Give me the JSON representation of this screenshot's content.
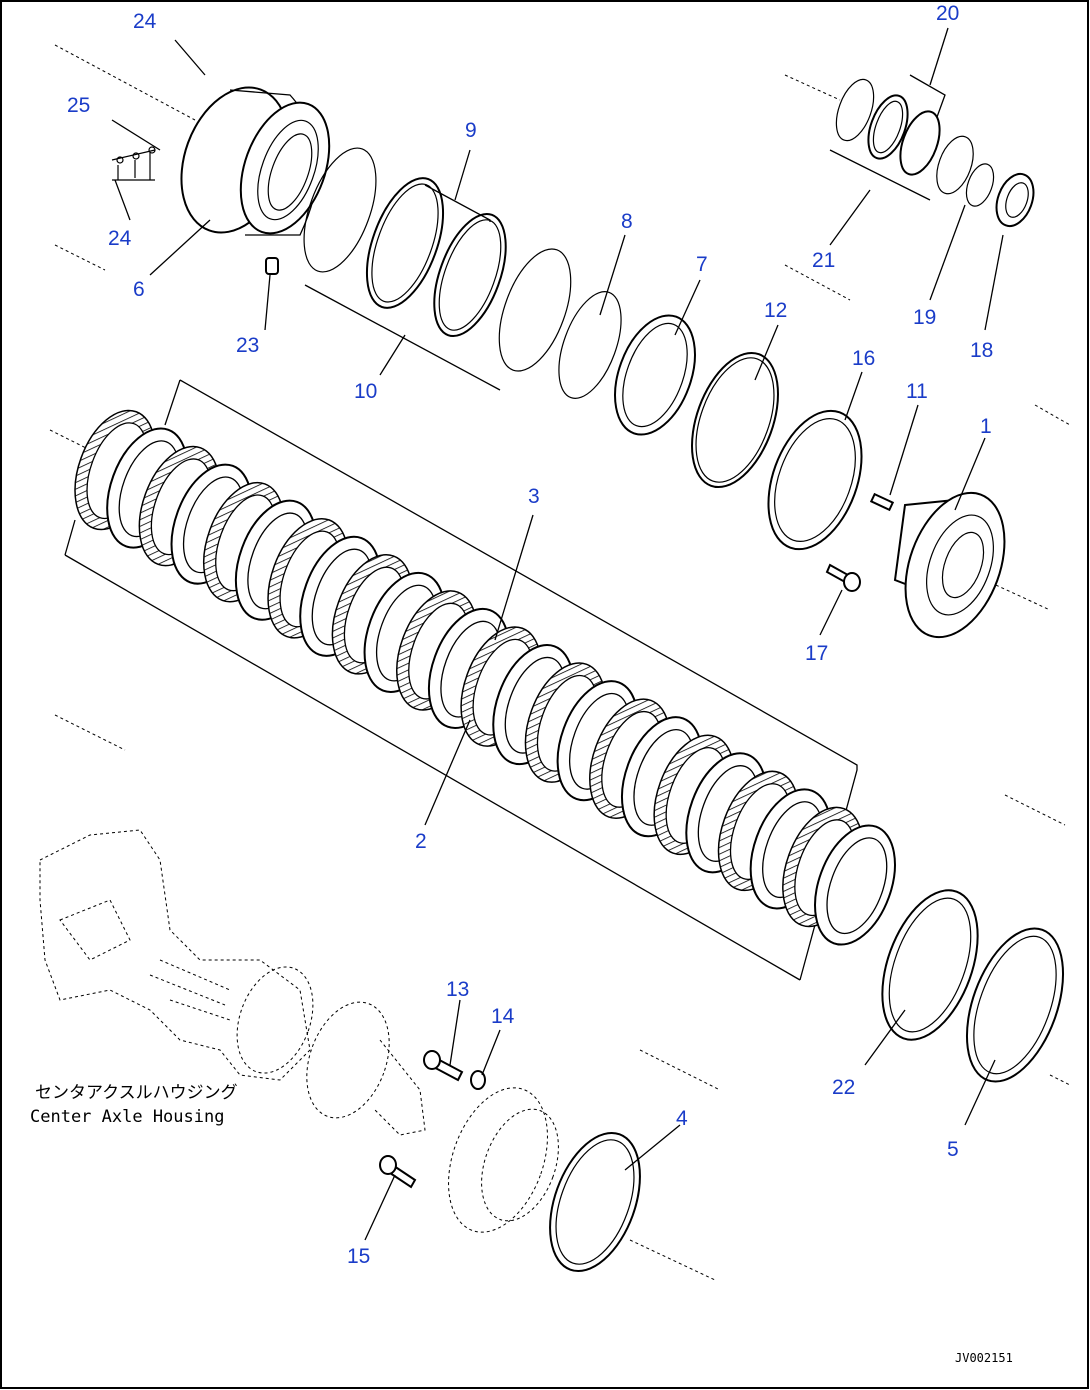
{
  "callouts": [
    {
      "id": "c24a",
      "label": "24"
    },
    {
      "id": "c25",
      "label": "25"
    },
    {
      "id": "c24b",
      "label": "24"
    },
    {
      "id": "c6",
      "label": "6"
    },
    {
      "id": "c23",
      "label": "23"
    },
    {
      "id": "c9",
      "label": "9"
    },
    {
      "id": "c10",
      "label": "10"
    },
    {
      "id": "c8",
      "label": "8"
    },
    {
      "id": "c7",
      "label": "7"
    },
    {
      "id": "c12",
      "label": "12"
    },
    {
      "id": "c16",
      "label": "16"
    },
    {
      "id": "c11",
      "label": "11"
    },
    {
      "id": "c1",
      "label": "1"
    },
    {
      "id": "c17",
      "label": "17"
    },
    {
      "id": "c20",
      "label": "20"
    },
    {
      "id": "c21",
      "label": "21"
    },
    {
      "id": "c19",
      "label": "19"
    },
    {
      "id": "c18",
      "label": "18"
    },
    {
      "id": "c3",
      "label": "3"
    },
    {
      "id": "c2",
      "label": "2"
    },
    {
      "id": "c13",
      "label": "13"
    },
    {
      "id": "c14",
      "label": "14"
    },
    {
      "id": "c15",
      "label": "15"
    },
    {
      "id": "c22",
      "label": "22"
    },
    {
      "id": "c5",
      "label": "5"
    },
    {
      "id": "c4",
      "label": "4"
    }
  ],
  "caption": {
    "japanese": "センタアクスルハウジング",
    "english": "Center Axle Housing"
  },
  "drawing_code": "JV002151"
}
